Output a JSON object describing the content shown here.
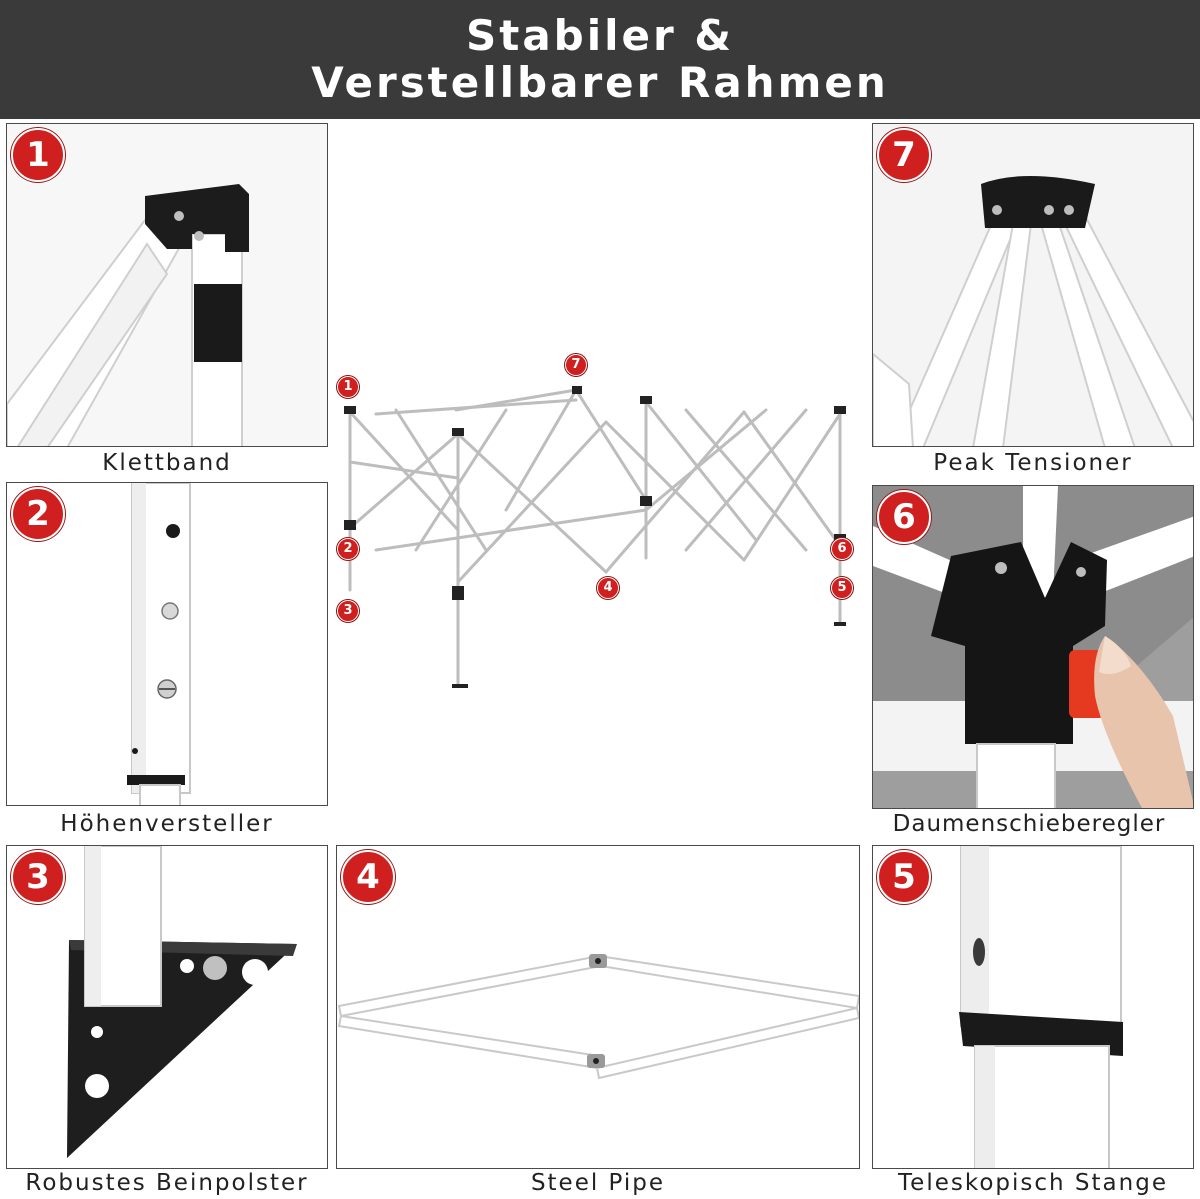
{
  "header": {
    "line1": "Stabiler &",
    "line2": "Verstellbarer Rahmen"
  },
  "panels": [
    {
      "number": "1",
      "caption": "Klettband"
    },
    {
      "number": "2",
      "caption": "Höhenversteller"
    },
    {
      "number": "3",
      "caption": "Robustes Beinpolster"
    },
    {
      "number": "4",
      "caption": "Steel Pipe"
    },
    {
      "number": "5",
      "caption": "Teleskopisch Stange"
    },
    {
      "number": "6",
      "caption": "Daumenschieberegler"
    },
    {
      "number": "7",
      "caption": "Peak Tensioner"
    }
  ],
  "center_markers": [
    "1",
    "2",
    "3",
    "4",
    "5",
    "6",
    "7"
  ],
  "colors": {
    "header_bg": "#3a3a3a",
    "badge_red": "#cf1f1f",
    "frame_white": "#ffffff",
    "plastic_black": "#1c1c1c"
  }
}
